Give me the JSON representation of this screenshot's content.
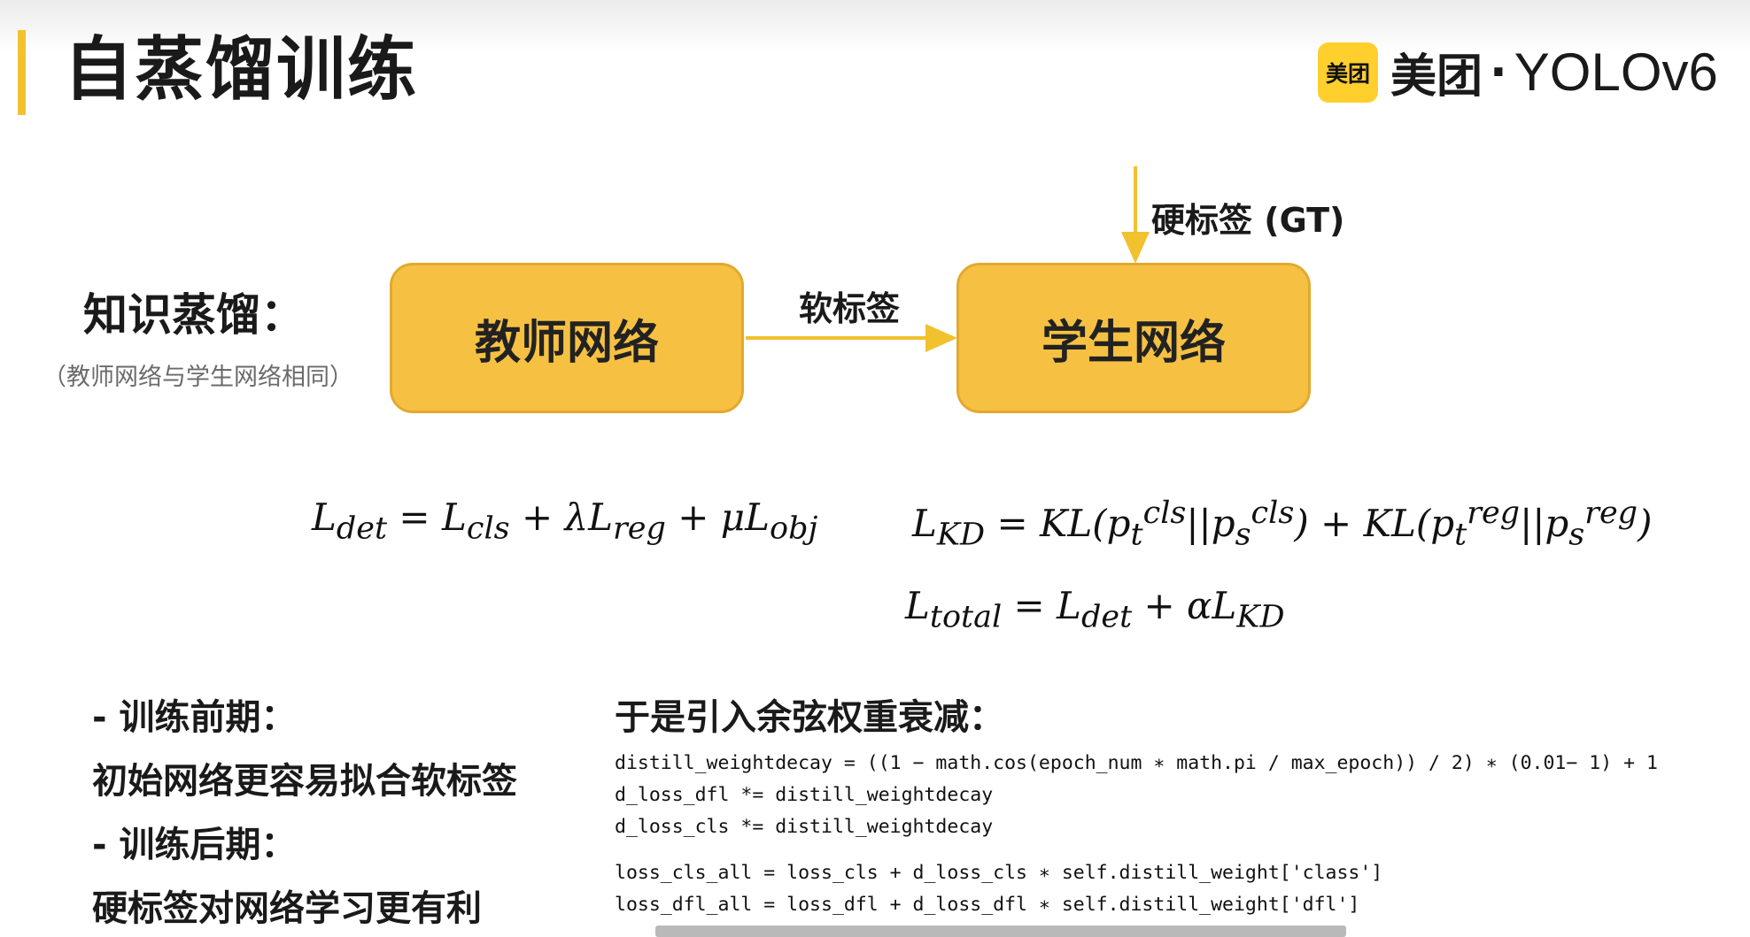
{
  "slide": {
    "title": "自蒸馏训练",
    "logo": {
      "badge": "美团",
      "cn": "美团",
      "dot": "·",
      "en": "YOLOv6"
    }
  },
  "diagram": {
    "kd_title": "知识蒸馏：",
    "kd_note": "（教师网络与学生网络相同）",
    "teacher": "教师网络",
    "student": "学生网络",
    "soft_label": "软标签",
    "hard_label": "硬标签 (GT)"
  },
  "list": {
    "early_head": "- 训练前期：",
    "early_text": "初始网络更容易拟合软标签",
    "late_head": "- 训练后期：",
    "late_text": "硬标签对网络学习更有利"
  },
  "cosine_title": "于是引入余弦权重衰减：",
  "code": {
    "line1": "distill_weightdecay = ((1 − math.cos(epoch_num ∗ math.pi / max_epoch)) / 2) ∗ (0.01− 1) + 1",
    "line2": "d_loss_dfl *= distill_weightdecay",
    "line3": "d_loss_cls *= distill_weightdecay",
    "line4": "loss_cls_all = loss_cls + d_loss_cls ∗ self.distill_weight['class']",
    "line5": "loss_dfl_all = loss_dfl + d_loss_dfl ∗ self.distill_weight['dfl']"
  },
  "colors": {
    "accent": "#f2c12e",
    "box": "#f6c142",
    "box_border": "#e2a92e",
    "code_keyword": "#1b4fb7"
  }
}
